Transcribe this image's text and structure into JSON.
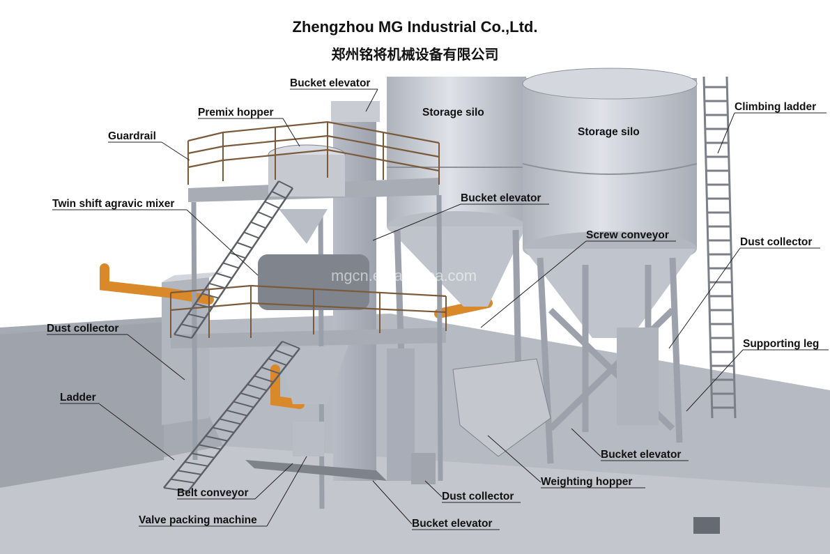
{
  "header": {
    "company_en": "Zhengzhou MG Industrial Co.,Ltd.",
    "company_cn": "郑州铭将机械设备有限公司"
  },
  "watermark": "mgcn.en.alibaba.com",
  "labels": {
    "bucket_elevator_top": "Bucket elevator",
    "premix_hopper": "Premix hopper",
    "guardrail": "Guardrail",
    "storage_silo_1": "Storage silo",
    "storage_silo_2": "Storage silo",
    "climbing_ladder": "Climbing ladder",
    "bucket_elevator_mid": "Bucket elevator",
    "twin_shift_mixer": "Twin shift agravic mixer",
    "screw_conveyor": "Screw conveyor",
    "dust_collector_right": "Dust collector",
    "dust_collector_left": "Dust collector",
    "supporting_leg": "Supporting leg",
    "ladder": "Ladder",
    "bucket_elevator_right": "Bucket elevator",
    "weighting_hopper": "Weighting hopper",
    "belt_conveyor": "Belt conveyor",
    "dust_collector_bottom": "Dust collector",
    "valve_packing_machine": "Valve packing machine",
    "bucket_elevator_bottom": "Bucket elevator"
  },
  "colors": {
    "ground": "#b9bcc4",
    "ground_dark": "#8e939c",
    "steel": "#c8ccd4",
    "steel_dark": "#9aa0aa",
    "rail": "#7a5a3a",
    "pipe": "#d9882a"
  }
}
